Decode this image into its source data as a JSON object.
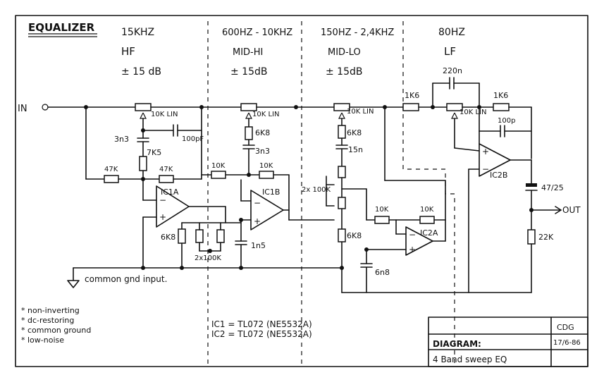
{
  "title": "EQUALIZER",
  "bands": [
    {
      "freq": "15KHZ",
      "name": "HF",
      "gain": "± 15 dB"
    },
    {
      "freq": "600HZ - 10KHZ",
      "name": "MID-HI",
      "gain": "± 15dB"
    },
    {
      "freq": "150HZ - 2,4KHZ",
      "name": "MID-LO",
      "gain": "± 15dB"
    },
    {
      "freq": "80HZ",
      "name": "LF",
      "gain": ""
    }
  ],
  "labels": {
    "in": "IN",
    "out": "OUT",
    "ground": "common gnd input.",
    "pot_10k_lin": "10K LIN",
    "pot_10k_lin_lf": "10K LIN",
    "c_100pf": "100pF",
    "c_3n3_a": "3n3",
    "r_7k5": "7K5",
    "r_47k_a": "47K",
    "r_47k_b": "47K",
    "r_10k_a": "10K",
    "r_10k_b": "10K",
    "r_6k8_mh": "6K8",
    "c_3n3_b": "3n3",
    "ic1a": "IC1A",
    "ic1b": "IC1B",
    "r_6k8_gnd": "6K8",
    "dual_pot": "2x100K",
    "c_1n5": "1n5",
    "r_6k8_ml": "6K8",
    "c_15n": "15n",
    "dual_pot_ml": "2x 100K",
    "r_6k8_ml2": "6K8",
    "c_6n8": "6n8",
    "r_10k_c": "10K",
    "r_10k_d": "10K",
    "ic2a": "IC2A",
    "r_1k6_a": "1K6",
    "r_1k6_b": "1K6",
    "c_220n": "220n",
    "c_100p": "100p",
    "ic2b": "IC2B",
    "c_47_25": "47/25",
    "r_22k": "22K"
  },
  "notes": [
    "* non-inverting",
    "* dc-restoring",
    "* common ground",
    "* low-noise"
  ],
  "ic_notes": [
    "IC1 = TL072 (NE5532A)",
    "IC2 = TL072 (NE5532A)"
  ],
  "title_block": {
    "initials": "CDG",
    "date": "17/6-86",
    "diagram_label": "DIAGRAM:",
    "diagram_name": "4 Band sweep EQ"
  }
}
